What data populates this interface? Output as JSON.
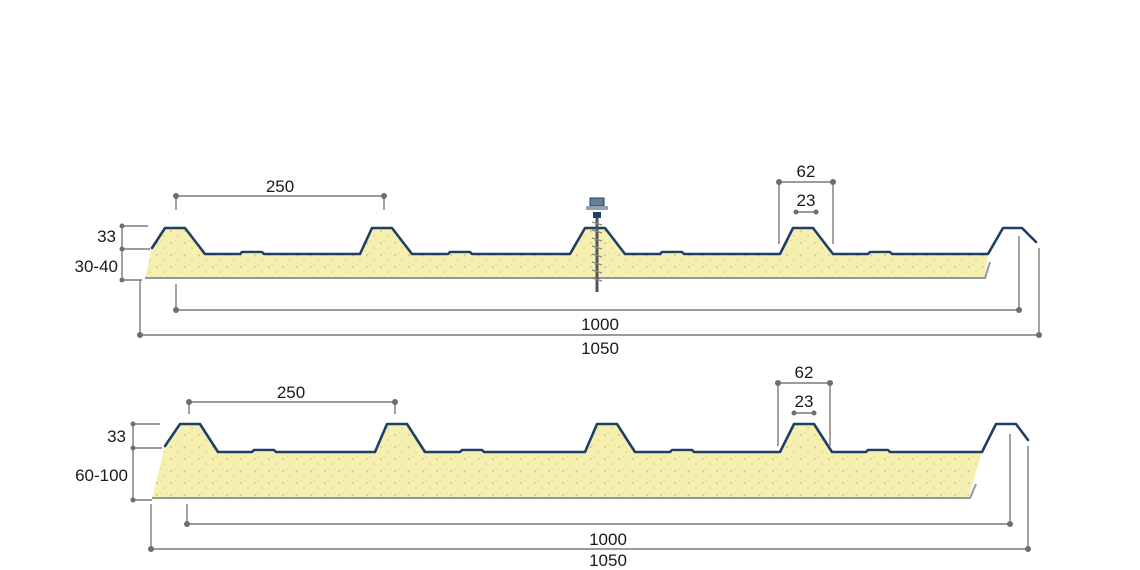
{
  "panels": [
    {
      "id": "thin",
      "labels": {
        "pitch": "250",
        "rib_top_outer": "62",
        "rib_top_inner": "23",
        "rib_height": "33",
        "core_thickness": "30-40",
        "useful_width": "1000",
        "total_width": "1050"
      },
      "has_fastener": true
    },
    {
      "id": "thick",
      "labels": {
        "pitch": "250",
        "rib_top_outer": "62",
        "rib_top_inner": "23",
        "rib_height": "33",
        "core_thickness": "60-100",
        "useful_width": "1000",
        "total_width": "1050"
      },
      "has_fastener": false
    }
  ],
  "colors": {
    "sheet": "#1f3f66",
    "foam": "#f5efb0",
    "dimension": "#7a7a7a"
  }
}
